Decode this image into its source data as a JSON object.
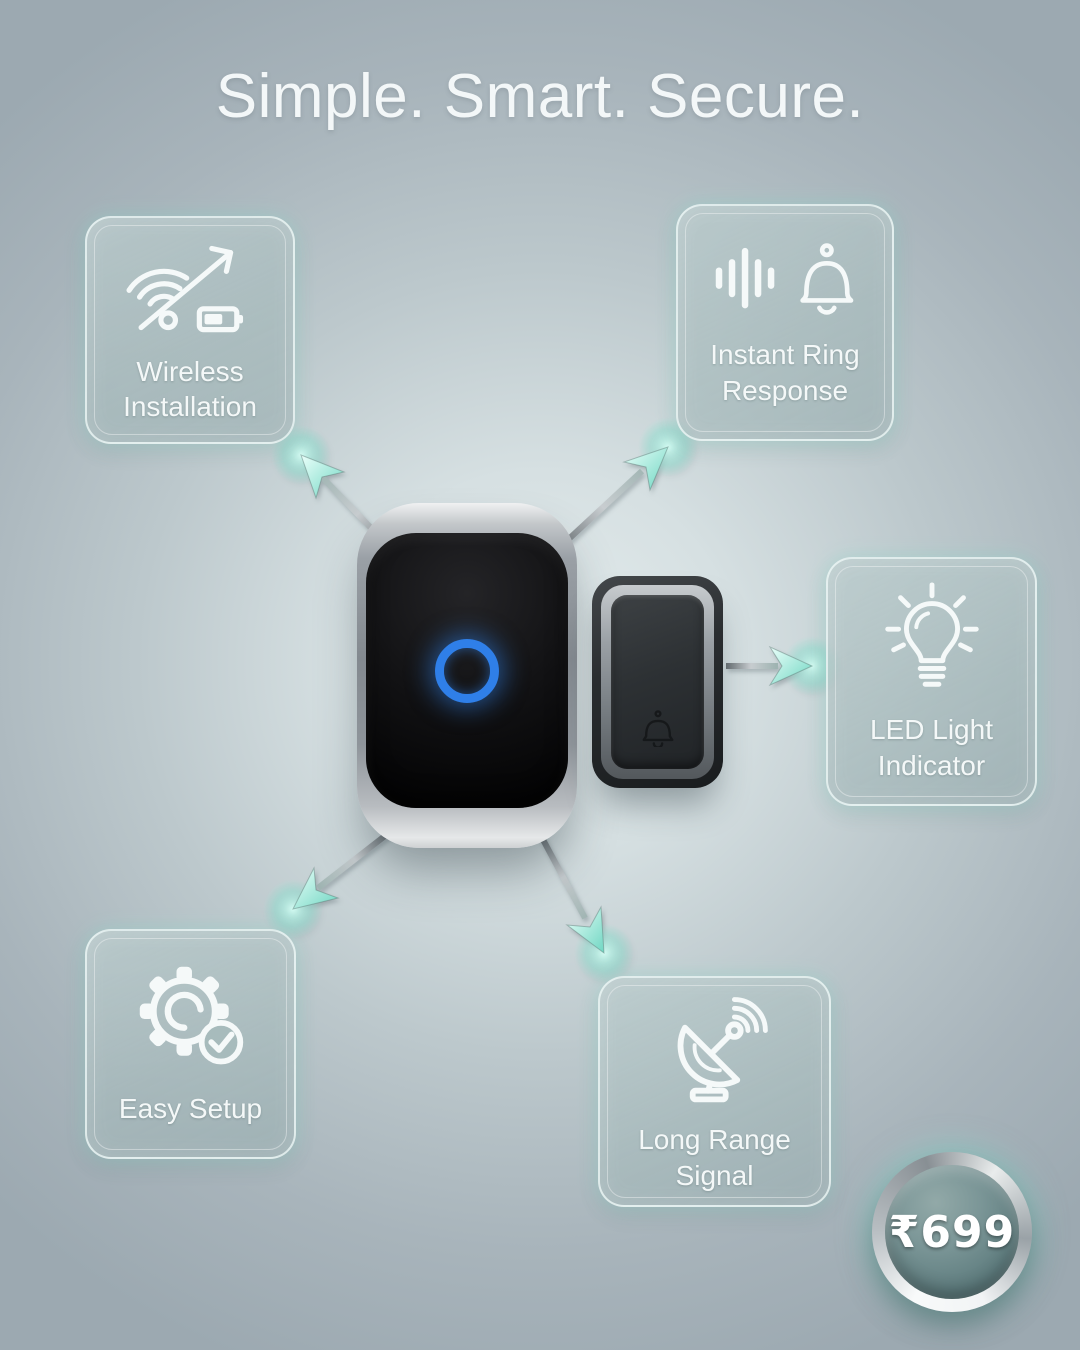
{
  "title": "Simple. Smart. Secure.",
  "features": [
    {
      "id": "wireless-installation",
      "label": "Wireless Installation",
      "icon": "wifi-signal-battery-icon"
    },
    {
      "id": "instant-ring-response",
      "label": "Instant Ring Response",
      "icon": "sound-wave-bell-icon"
    },
    {
      "id": "led-light-indicator",
      "label": "LED Light Indicator",
      "icon": "light-bulb-icon"
    },
    {
      "id": "easy-setup",
      "label": "Easy Setup",
      "icon": "gear-check-icon"
    },
    {
      "id": "long-range-signal",
      "label": "Long Range Signal",
      "icon": "satellite-dish-icon"
    }
  ],
  "price_badge": {
    "price": "₹699"
  },
  "colors": {
    "accent_teal": "#7fe0cd",
    "led_blue": "#2f7fe8",
    "text_white": "#f4f8f8",
    "background_center": "#e4eced",
    "background_edge": "#9ca9b1"
  }
}
